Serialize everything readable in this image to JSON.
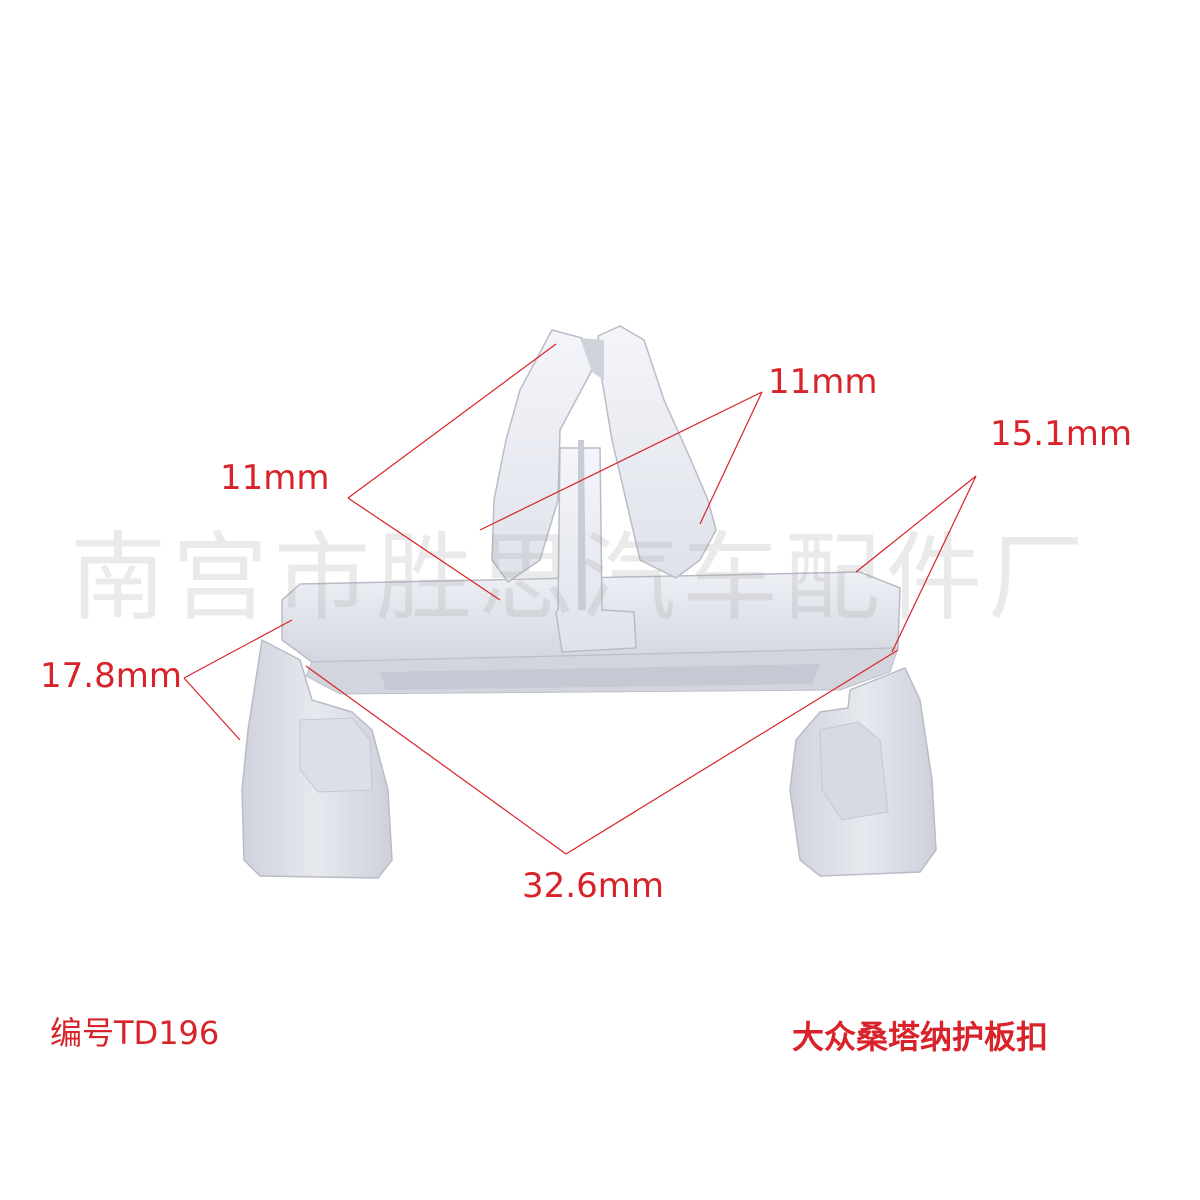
{
  "watermark": "南宫市胜思汽车配件厂",
  "dimensions": {
    "head_left": "11mm",
    "head_right": "11mm",
    "depth": "15.1mm",
    "height": "17.8mm",
    "width": "32.6mm"
  },
  "captions": {
    "part_number": "编号TD196",
    "description": "大众桑塔纳护板扣"
  },
  "colors": {
    "label_red": "#d8232a",
    "clip_body": "#e4e6ee",
    "clip_shadow": "#c2c5cf"
  }
}
